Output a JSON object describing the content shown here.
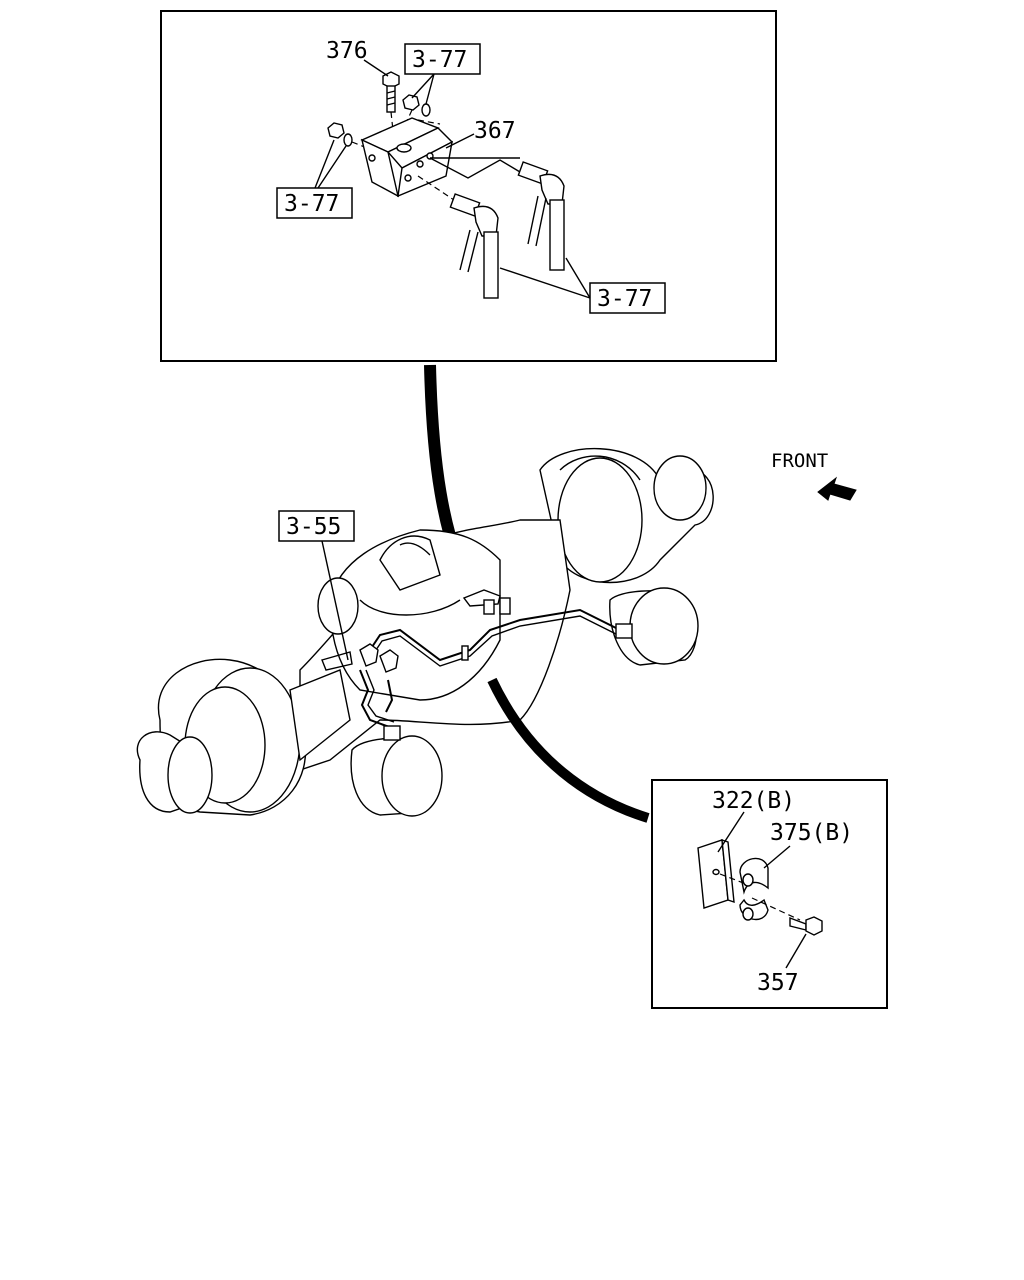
{
  "labels": {
    "part_376": "376",
    "ref_3_77_a": "3-77",
    "part_367": "367",
    "ref_3_77_b": "3-77",
    "ref_3_77_c": "3-77",
    "ref_3_55": "3-55",
    "front": "FRONT",
    "part_322b": "322(B)",
    "part_375b": "375(B)",
    "part_357": "357"
  }
}
